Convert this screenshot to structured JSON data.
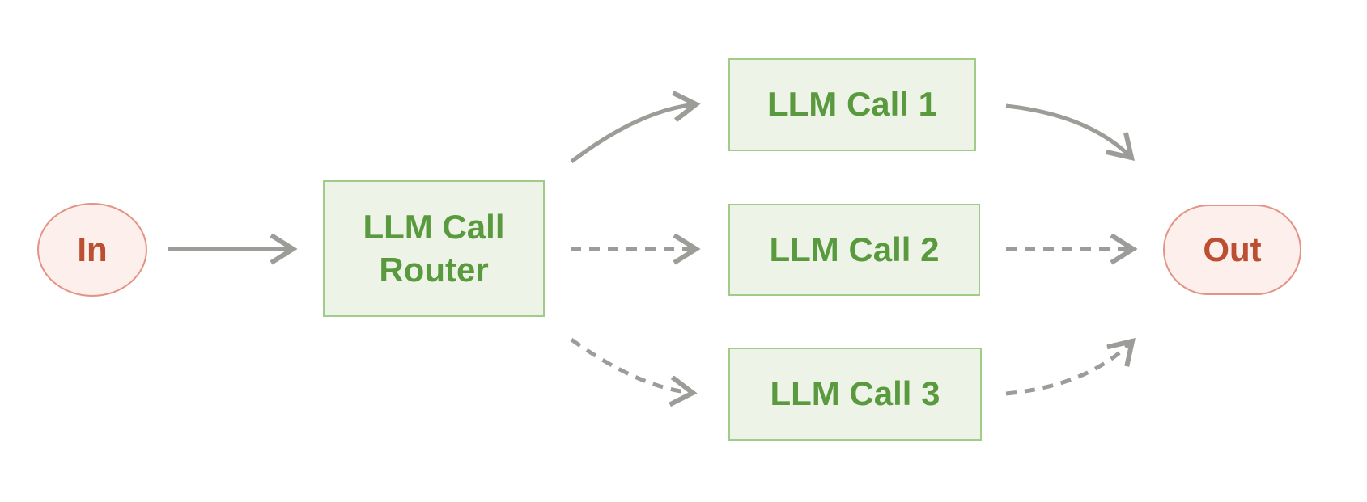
{
  "diagram": {
    "type": "flowchart",
    "description": "LLM routing workflow: an input is sent to an LLM Call Router which dispatches it to one of three LLM calls, whose results converge to a single output",
    "nodes": {
      "in": {
        "label": "In",
        "shape": "circle",
        "role": "input-terminal"
      },
      "router": {
        "label": "LLM Call Router",
        "shape": "rectangle",
        "role": "router"
      },
      "call1": {
        "label": "LLM Call 1",
        "shape": "rectangle",
        "role": "llm-call"
      },
      "call2": {
        "label": "LLM Call 2",
        "shape": "rectangle",
        "role": "llm-call"
      },
      "call3": {
        "label": "LLM Call 3",
        "shape": "rectangle",
        "role": "llm-call"
      },
      "out": {
        "label": "Out",
        "shape": "pill",
        "role": "output-terminal"
      }
    },
    "edges": [
      {
        "from": "in",
        "to": "router",
        "line": "solid"
      },
      {
        "from": "router",
        "to": "call1",
        "line": "solid"
      },
      {
        "from": "router",
        "to": "call2",
        "line": "dashed"
      },
      {
        "from": "router",
        "to": "call3",
        "line": "dashed"
      },
      {
        "from": "call1",
        "to": "out",
        "line": "solid"
      },
      {
        "from": "call2",
        "to": "out",
        "line": "dashed"
      },
      {
        "from": "call3",
        "to": "out",
        "line": "dashed"
      }
    ],
    "colors": {
      "box_fill": "#eef3e7",
      "box_border": "#a0cb88",
      "box_text": "#5a9a3e",
      "terminal_fill": "#fdefeb",
      "terminal_border": "#e39484",
      "terminal_text": "#bc4e31",
      "arrow": "#9c9c98",
      "canvas_bg": "#ffffff"
    }
  }
}
